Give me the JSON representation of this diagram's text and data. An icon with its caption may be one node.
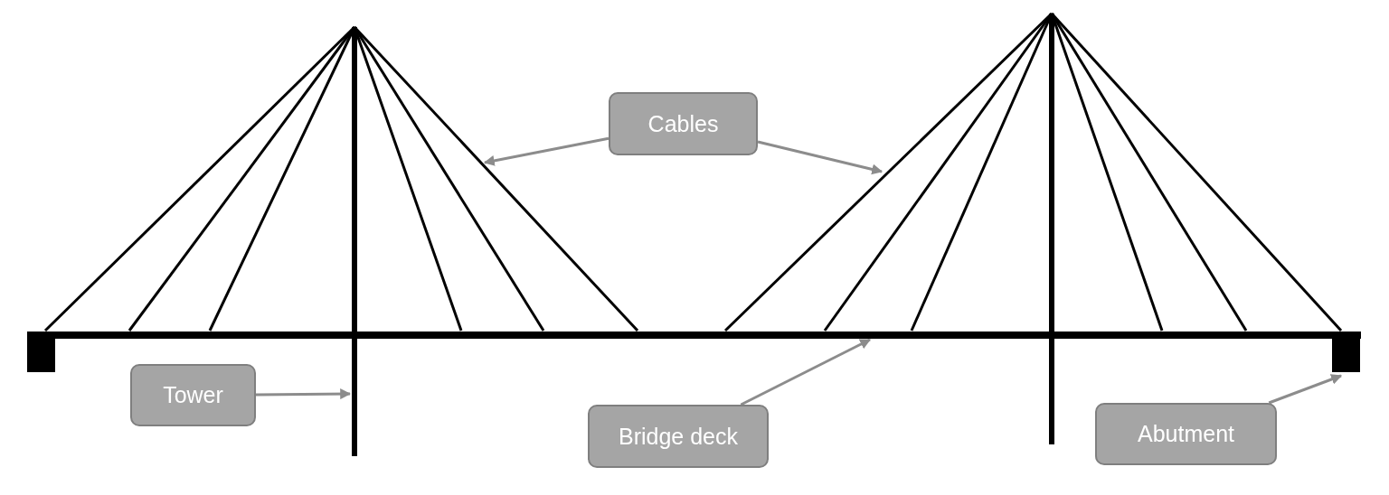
{
  "diagram": {
    "nodes": [
      {
        "text": [
          "Cables"
        ]
      },
      {
        "text": [],
        "shape": "line"
      },
      {
        "text": [],
        "shape": "line"
      },
      {
        "text": [
          "Tower"
        ]
      },
      {
        "text": [],
        "shape": "bar"
      },
      {
        "text": [
          "Bridge deck"
        ]
      },
      {
        "text": [],
        "shape": "bar"
      },
      {
        "text": [
          "Abutment"
        ]
      },
      {
        "text": [],
        "shape": "box"
      },
      {
        "text": [],
        "shape": "box"
      }
    ],
    "edges": [
      {
        "from": 0,
        "to": 1,
        "arrow": "to"
      },
      {
        "from": 0,
        "to": 2,
        "arrow": "to"
      },
      {
        "from": 3,
        "to": 4,
        "arrow": "to"
      },
      {
        "from": 5,
        "to": 6,
        "arrow": "to"
      },
      {
        "from": 7,
        "to": 9,
        "arrow": "to"
      }
    ]
  }
}
